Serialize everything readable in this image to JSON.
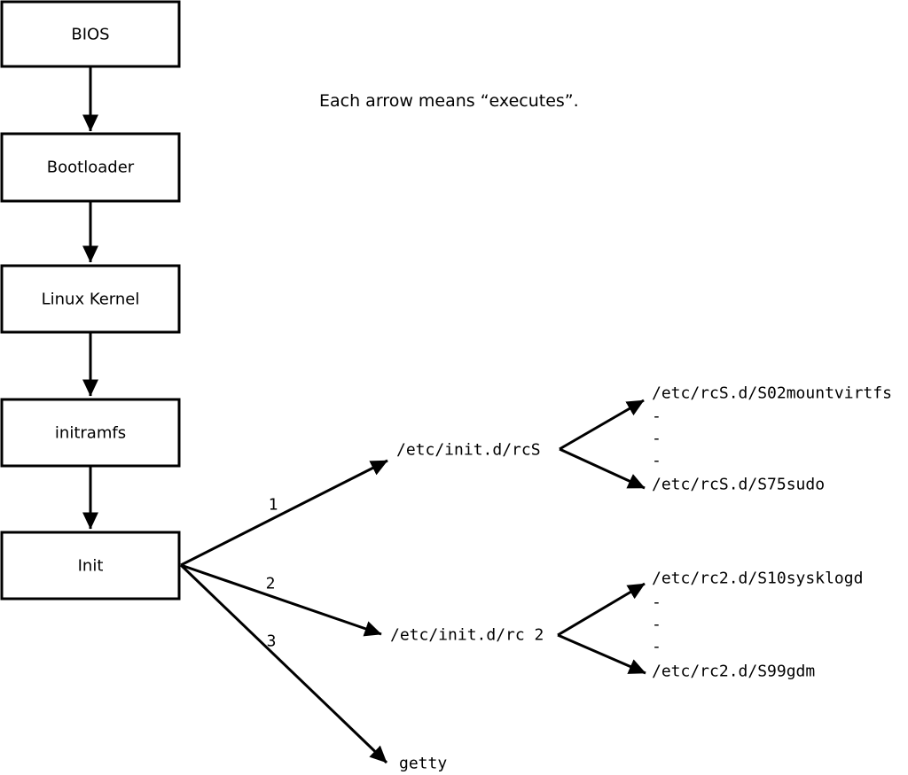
{
  "diagram": {
    "note": "Each arrow means “executes”.",
    "boxes": [
      {
        "label": "BIOS"
      },
      {
        "label": "Bootloader"
      },
      {
        "label": "Linux Kernel"
      },
      {
        "label": "initramfs"
      },
      {
        "label": "Init"
      }
    ],
    "init_edges": [
      {
        "label": "1",
        "target": "/etc/init.d/rcS"
      },
      {
        "label": "2",
        "target": "/etc/init.d/rc 2"
      },
      {
        "label": "3",
        "target": "getty"
      }
    ],
    "rcS_children": [
      "/etc/rcS.d/S02mountvirtfs",
      "-",
      "-",
      "-",
      "/etc/rcS.d/S75sudo"
    ],
    "rc2_children": [
      "/etc/rc2.d/S10sysklogd",
      "-",
      "-",
      "-",
      "/etc/rc2.d/S99gdm"
    ],
    "colors": {
      "line": "#000000",
      "background": "#ffffff"
    }
  }
}
